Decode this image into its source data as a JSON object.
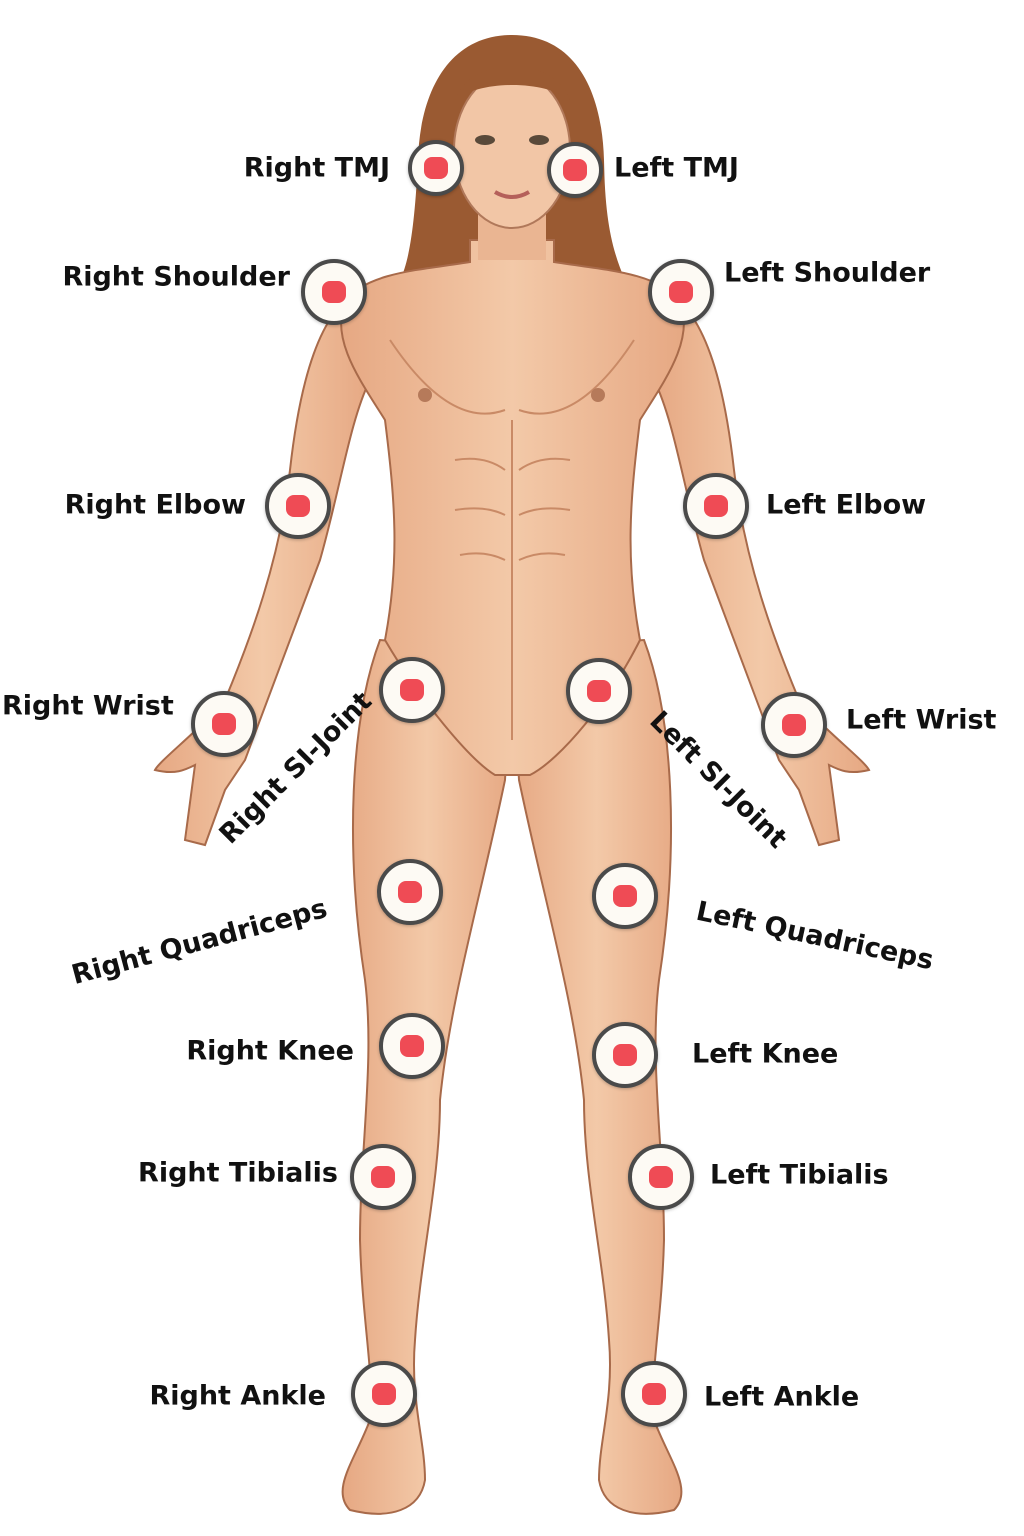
{
  "colors": {
    "marker_dot": "#ef4b55",
    "marker_ring": "#4a4a4a",
    "marker_fill": "#fdfaf4",
    "skin": "#eebd98",
    "hair": "#9a5a32"
  },
  "points": {
    "right_tmj": "Right TMJ",
    "left_tmj": "Left TMJ",
    "right_shoulder": "Right Shoulder",
    "left_shoulder": "Left Shoulder",
    "right_elbow": "Right Elbow",
    "left_elbow": "Left Elbow",
    "right_wrist": "Right Wrist",
    "left_wrist": "Left Wrist",
    "right_si_joint": "Right SI-Joint",
    "left_si_joint": "Left SI-Joint",
    "right_quadriceps": "Right Quadriceps",
    "left_quadriceps": "Left Quadriceps",
    "right_knee": "Right Knee",
    "left_knee": "Left Knee",
    "right_tibialis": "Right Tibialis",
    "left_tibialis": "Left Tibialis",
    "right_ankle": "Right Ankle",
    "left_ankle": "Left Ankle"
  }
}
